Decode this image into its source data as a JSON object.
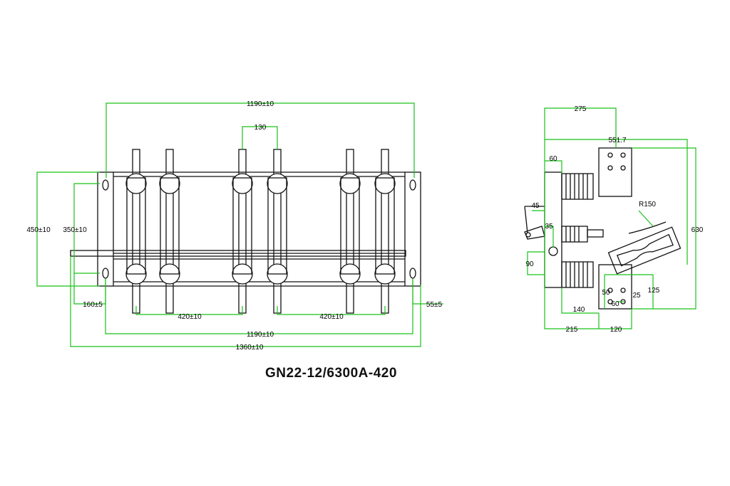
{
  "drawing": {
    "model_title": "GN22-12/6300A-420",
    "front_view": {
      "dims": {
        "top_width": "1190±10",
        "pole_spacing_130": "130",
        "height_450": "450±10",
        "height_350": "350±10",
        "left_offset": "160±5",
        "right_offset": "55±5",
        "phase_420_left": "420±10",
        "phase_420_right": "420±10",
        "bottom_width": "1190±10",
        "overall_width": "1360±10"
      }
    },
    "side_view": {
      "dims": {
        "d275": "275",
        "d551_7": "551.7",
        "d60": "60",
        "d45": "45",
        "d35": "35",
        "d90": "90",
        "r150": "R150",
        "d630": "630",
        "d50": "50",
        "d25": "25",
        "d125": "125",
        "d60b": "60",
        "d140": "140",
        "d215": "215",
        "d120": "120"
      }
    },
    "colors": {
      "outline": "#111111",
      "dimension_line": "#19c219",
      "background": "#ffffff"
    }
  }
}
